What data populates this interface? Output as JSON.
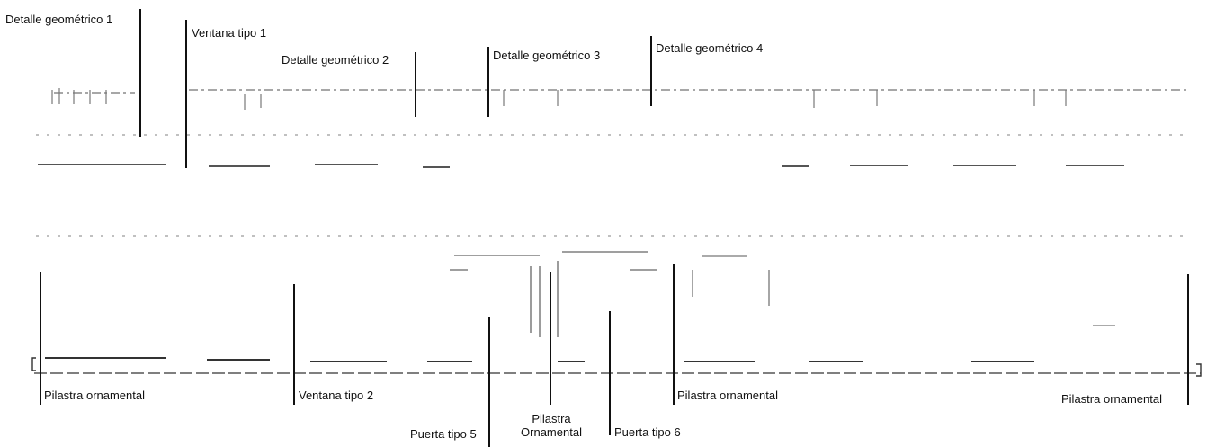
{
  "colors": {
    "ink": "#111111",
    "faint": "#8a8a8a",
    "background": "#ffffff"
  },
  "labels": {
    "top": {
      "detalle_1": "Detalle geométrico 1",
      "ventana_1": "Ventana tipo 1",
      "detalle_2": "Detalle geométrico 2",
      "detalle_3": "Detalle geométrico 3",
      "detalle_4": "Detalle geométrico 4"
    },
    "bottom": {
      "pilastra_left": "Pilastra ornamental",
      "ventana_2": "Ventana tipo 2",
      "puerta_5": "Puerta tipo 5",
      "pilastra_center_line1": "Pilastra",
      "pilastra_center_line2": "Ornamental",
      "puerta_6": "Puerta tipo 6",
      "pilastra_mid_right": "Pilastra ornamental",
      "pilastra_right": "Pilastra ornamental"
    }
  }
}
